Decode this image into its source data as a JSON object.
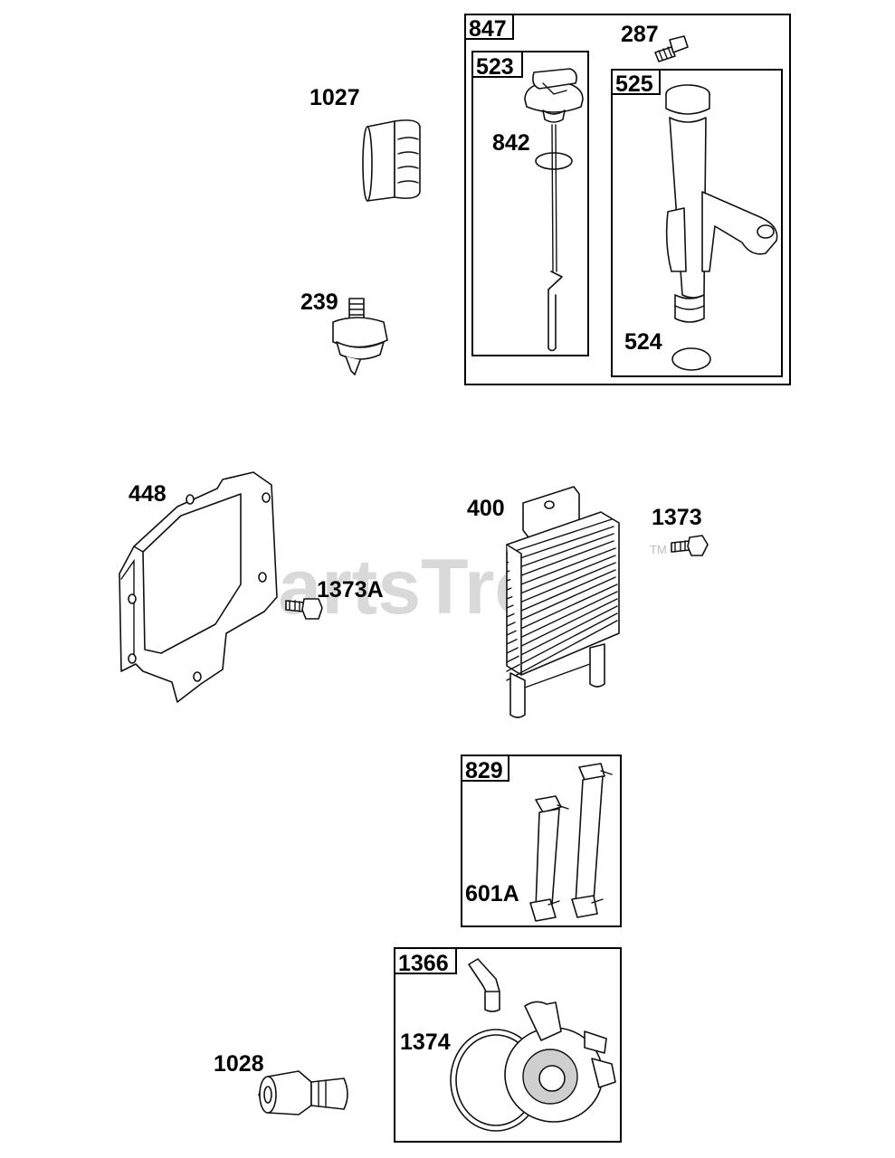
{
  "watermark": {
    "text": "PartsTree",
    "trademark": "TM"
  },
  "kits": {
    "847": "847",
    "523": "523",
    "525": "525",
    "829": "829",
    "1366": "1366"
  },
  "labels": {
    "p1027": "1027",
    "p239": "239",
    "p287": "287",
    "p842": "842",
    "p524": "524",
    "p448": "448",
    "p1373A": "1373A",
    "p400": "400",
    "p1373": "1373",
    "p601A": "601A",
    "p1028": "1028",
    "p1374": "1374"
  }
}
